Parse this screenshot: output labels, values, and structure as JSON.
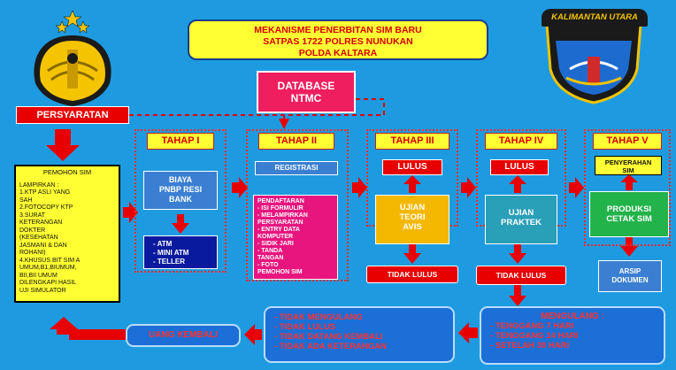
{
  "title": {
    "line1": "MEKANISME PENERBITAN SIM BARU",
    "line2": "SATPAS 1722 POLRES  NUNUKAN",
    "line3": "POLDA KALTARA"
  },
  "logo_right": {
    "text": "KALIMANTAN UTARA"
  },
  "database": {
    "line1": "DATABASE",
    "line2": "NTMC"
  },
  "persyaratan": "PERSYARATAN",
  "pemohon": {
    "header": "PEMOHON SIM",
    "lines": [
      "LAMPIRKAN :",
      "1.KTP ASLI YANG",
      "   SAH",
      "2.FOTOCOPY KTP",
      "3.SURAT",
      "   KETERANGAN",
      "   DOKTER",
      "   (KESEHATAN",
      "   JASMANI & DAN",
      "   ROHANI)",
      "4.KHUSUS BIT SIM A",
      "UMUM,B1,BIUMUM,",
      "BII,BII       UMUM",
      "DILENGKAPI HASIL",
      "UJI SIMULATOR"
    ]
  },
  "tahap1": {
    "label": "TAHAP I",
    "biaya": [
      "BIAYA",
      "PNBP RESI",
      "BANK"
    ],
    "payment": [
      "- ATM",
      "- MINI ATM",
      "- TELLER"
    ]
  },
  "tahap2": {
    "label": "TAHAP II",
    "registrasi": "REGISTRASI",
    "pendaftaran": [
      "PENDAFTARAN",
      "- ISI FORMULIR",
      "- MELAMPIRKAN",
      "  PERSYARATAN",
      "- ENTRY DATA",
      "  KOMPUTER",
      "- SIDIK JARI",
      "- TANDA",
      "  TANGAN",
      "- FOTO",
      "  PEMOHON SIM"
    ]
  },
  "tahap3": {
    "label": "TAHAP III",
    "lulus": "LULUS",
    "ujian": [
      "UJIAN",
      "TEORI",
      "AVIS"
    ],
    "tidak_lulus": "TIDAK LULUS"
  },
  "tahap4": {
    "label": "TAHAP IV",
    "lulus": "LULUS",
    "ujian": [
      "UJIAN",
      "PRAKTEK"
    ],
    "tidak_lulus": "TIDAK LULUS"
  },
  "tahap5": {
    "label": "TAHAP V",
    "penyerahan": [
      "PENYERAHAN",
      "SIM"
    ],
    "produksi": [
      "PRODUKSI",
      "CETAK SIM"
    ],
    "arsip": [
      "ARSIP",
      "DOKUMEN"
    ]
  },
  "mengulang": {
    "title": "MENGULANG :",
    "lines": [
      "- TENGGANG 7 HARI",
      "- TENGGANG 14 HARI",
      "- SETELAH 30 HARI"
    ]
  },
  "tidak_mengulang": {
    "lines": [
      "- TIDAK MENGULANG",
      "- TIDAK LULUS",
      "- TIDAK DATANG KEMBALI",
      "- TIDAK ADA KETERANGAN"
    ]
  },
  "uang_kembali": "UANG KEMBALI",
  "colors": {
    "background": "#1e9be0",
    "arrow_red": "#e80000",
    "label_yellow": "#ffff33",
    "text_red": "#d40000"
  }
}
